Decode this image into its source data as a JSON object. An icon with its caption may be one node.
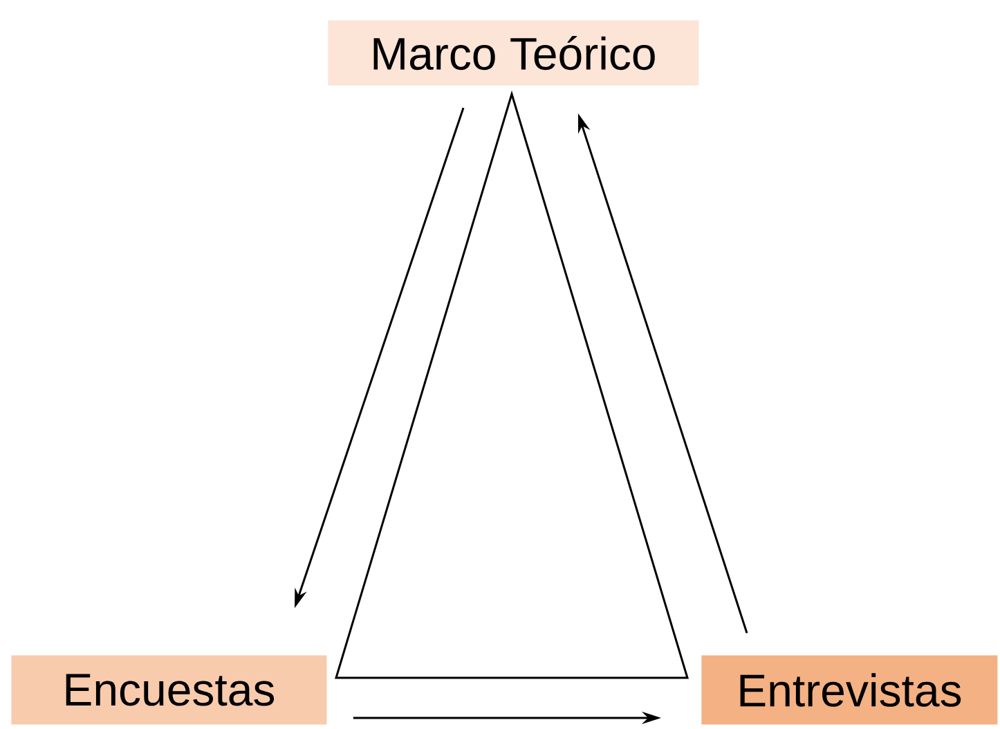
{
  "diagram": {
    "nodes": [
      {
        "text": [
          "Marco Teórico"
        ]
      },
      {
        "text": [
          "Encuestas"
        ]
      },
      {
        "text": [
          "Entrevistas"
        ]
      }
    ],
    "edges": [
      {
        "from": 0,
        "to": 1,
        "arrow": "to"
      },
      {
        "from": 1,
        "to": 2,
        "arrow": "to"
      },
      {
        "from": 2,
        "to": 0,
        "arrow": "to"
      }
    ]
  }
}
